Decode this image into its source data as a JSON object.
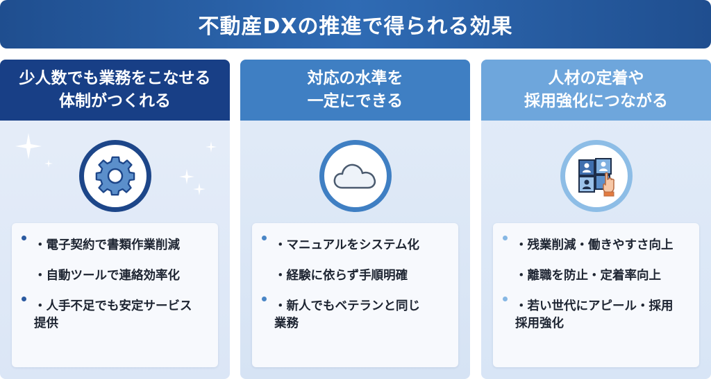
{
  "title": "不動産DXの推進で得られる効果",
  "columns": [
    {
      "heading_line1": "少人数でも業務をこなせる",
      "heading_line2": "体制がつくれる",
      "icon": "gear-icon",
      "bullets": [
        "・電子契約で書類作業削減",
        "・自動ツールで連絡効率化",
        "・人手不足でも安定サービス",
        "提供"
      ],
      "accent": "#183f86"
    },
    {
      "heading_line1": "対応の水準を",
      "heading_line2": "一定にできる",
      "icon": "cloud-icon",
      "bullets": [
        "・マニュアルをシステム化",
        "・経験に依らず手順明確",
        "・新人でもベテランと同じ",
        "業務"
      ],
      "accent": "#3f7fc3"
    },
    {
      "heading_line1": "人材の定着や",
      "heading_line2": "採用強化につながる",
      "icon": "puzzle-team-icon",
      "bullets": [
        "・残業削減・働きやすさ向上",
        "・離職を防止・定着率向上",
        "・若い世代にアピール・採用",
        "採用強化"
      ],
      "accent": "#6ea6dc"
    }
  ]
}
